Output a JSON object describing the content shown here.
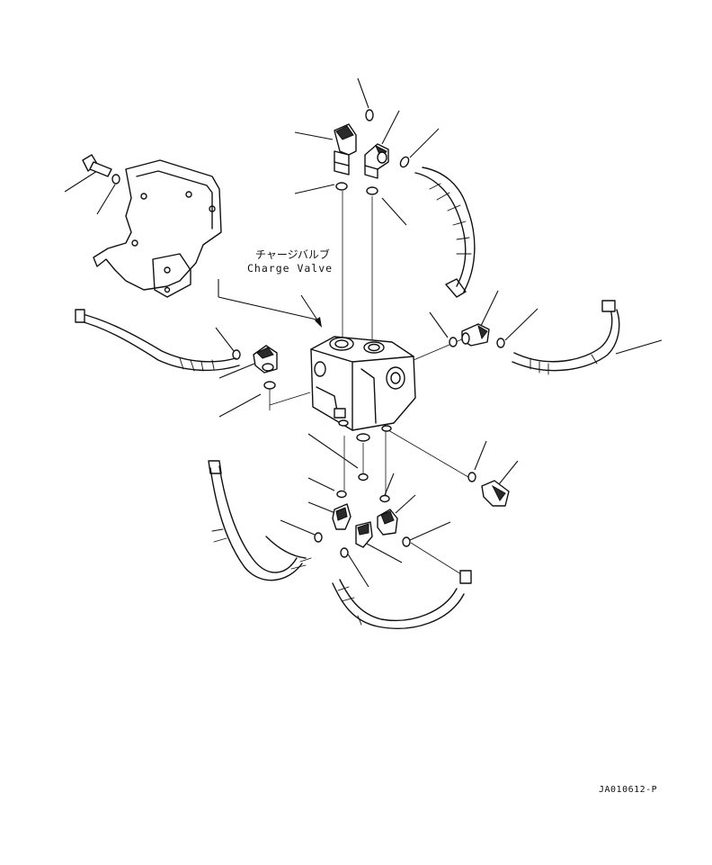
{
  "diagram": {
    "callout_jp": "チャージバルブ",
    "callout_en": "Charge Valve",
    "drawing_number": "JA010612-P"
  }
}
